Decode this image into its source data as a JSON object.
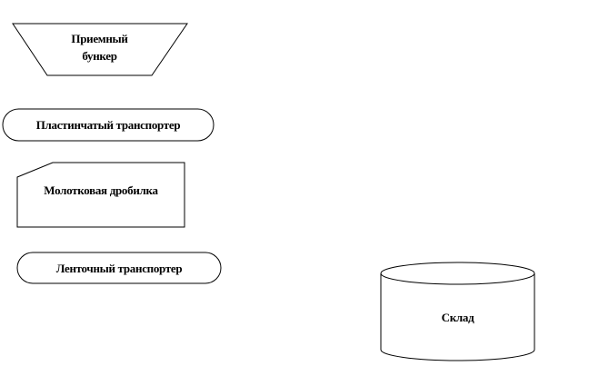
{
  "nodes": {
    "hopper": {
      "label_line1": "Приемный",
      "label_line2": "бункер"
    },
    "plate_conveyor": {
      "label": "Пластинчатый транспортер"
    },
    "hammer_crusher": {
      "label": "Молотковая дробилка"
    },
    "belt_conveyor": {
      "label": "Ленточный транспортер"
    },
    "warehouse": {
      "label": "Склад"
    }
  }
}
